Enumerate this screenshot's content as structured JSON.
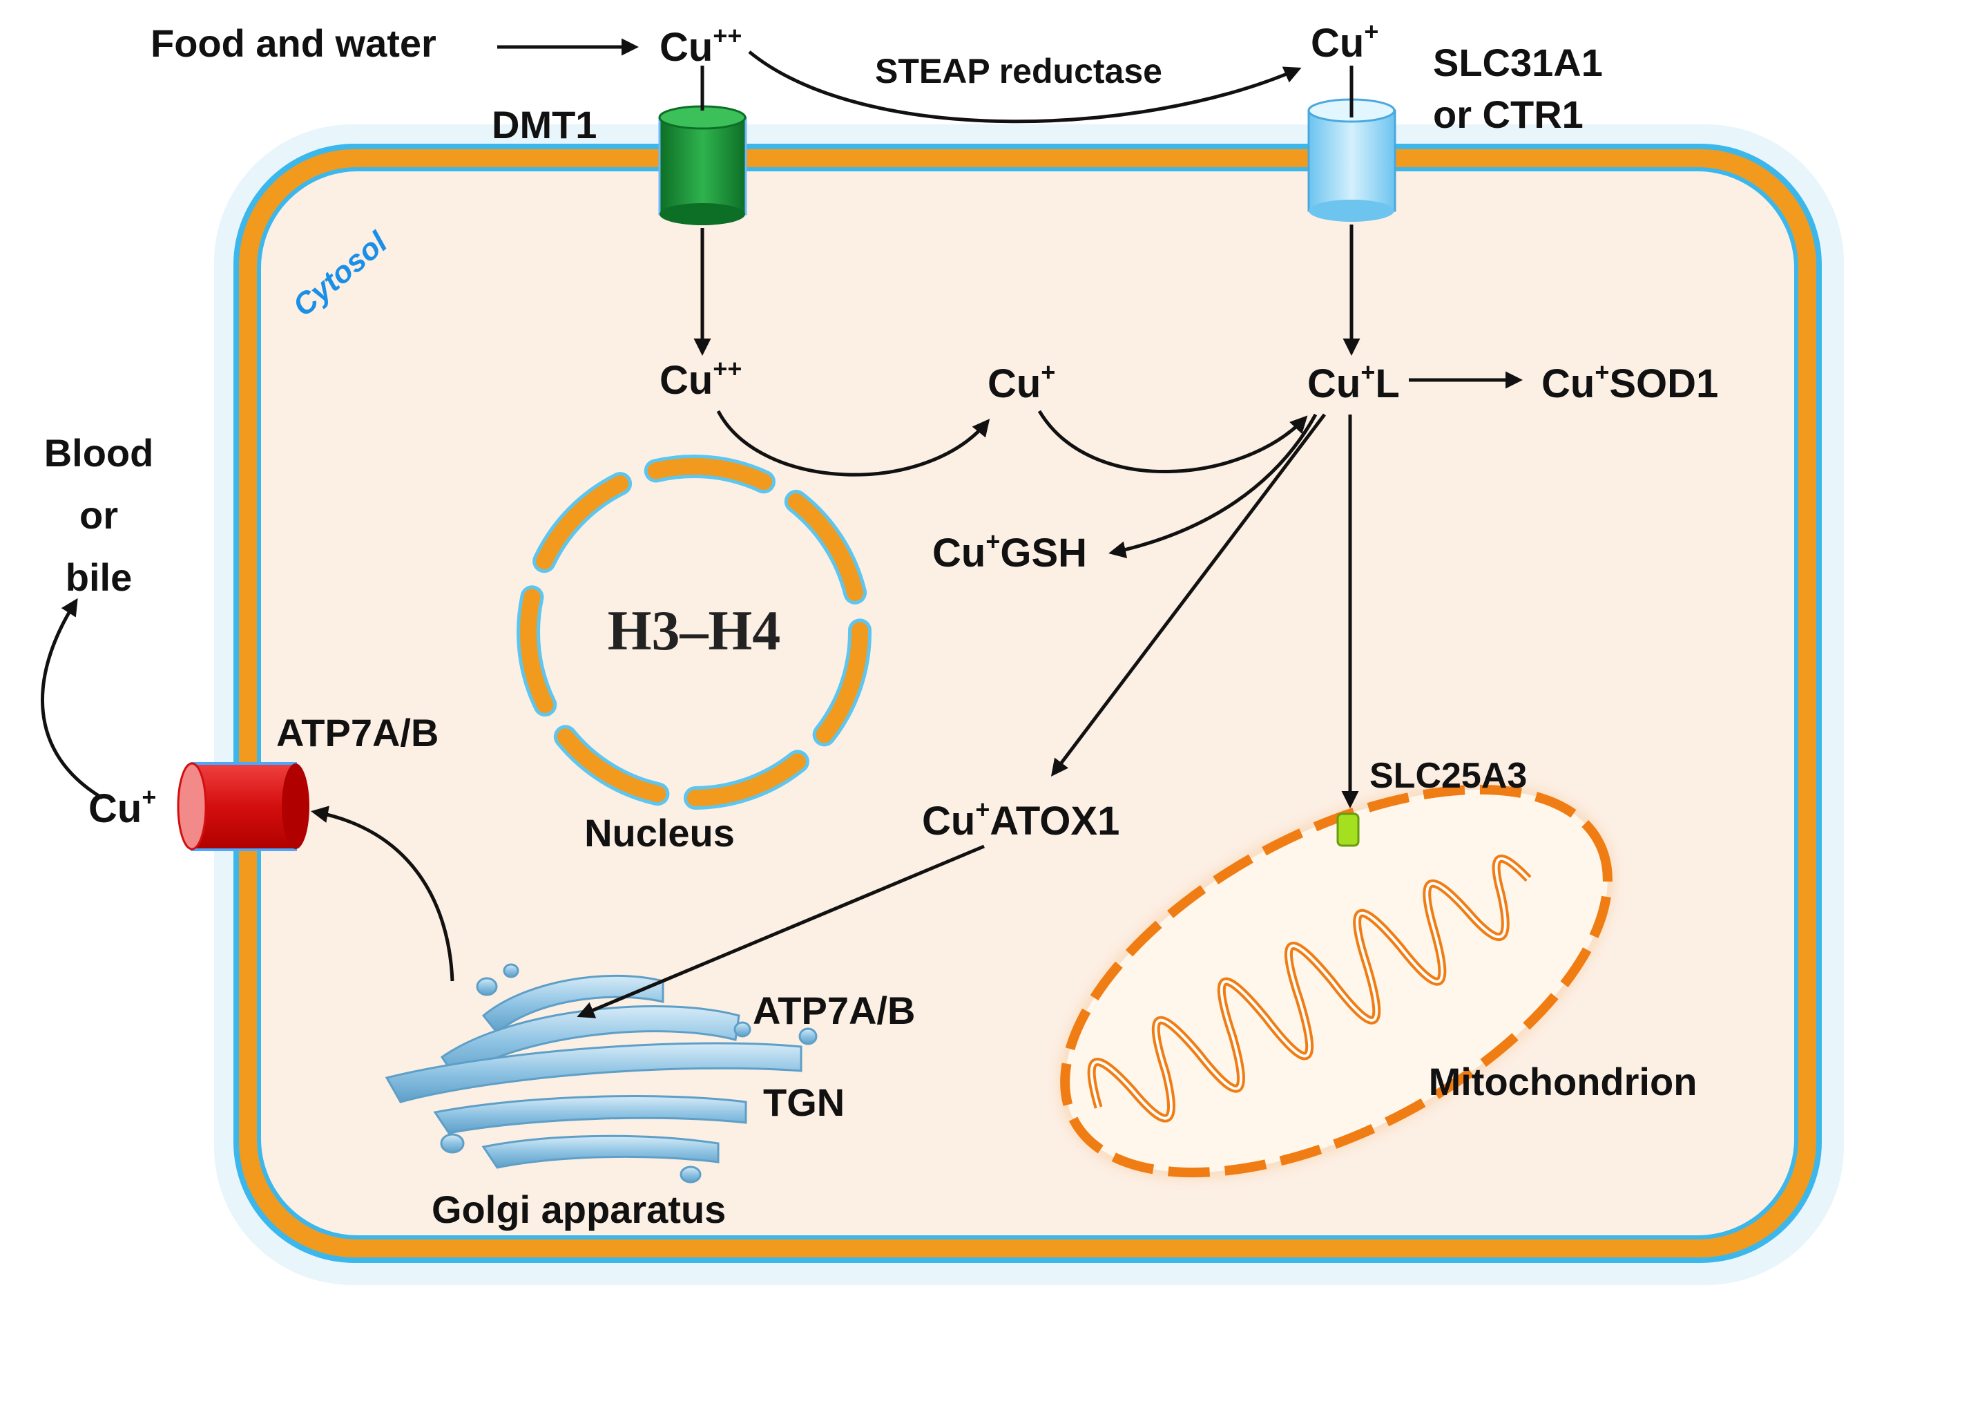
{
  "labels": {
    "food_water": "Food and water",
    "cu2_outside": "Cu",
    "cu2_outside_sup": "++",
    "steap": "STEAP reductase",
    "cu1_outside": "Cu",
    "cu1_outside_sup": "+",
    "slc31a1_line1": "SLC31A1",
    "slc31a1_line2": "or CTR1",
    "dmt1": "DMT1",
    "cytosol": "Cytosol",
    "cu2_inside": "Cu",
    "cu2_inside_sup": "++",
    "cu1_middle": "Cu",
    "cu1_middle_sup": "+",
    "cul_pre": "Cu",
    "cul_sup": "+",
    "cul_post": "L",
    "sod1_pre": "Cu",
    "sod1_sup": "+",
    "sod1_post": "SOD1",
    "gsh_pre": "Cu",
    "gsh_sup": "+",
    "gsh_post": "GSH",
    "atox1_pre": "Cu",
    "atox1_sup": "+",
    "atox1_post": "ATOX1",
    "slc25a3": "SLC25A3",
    "mitochondrion": "Mitochondrion",
    "nucleus_text": "H3–H4",
    "nucleus": "Nucleus",
    "blood_1": "Blood",
    "blood_2": "or",
    "blood_3": "bile",
    "cu1_exit": "Cu",
    "cu1_exit_sup": "+",
    "atp7ab_membrane": "ATP7A/B",
    "atp7ab_golgi": "ATP7A/B",
    "tgn": "TGN",
    "golgi": "Golgi apparatus"
  },
  "colors": {
    "membrane_orange": "#f29a1e",
    "membrane_blue": "#38b4ea",
    "cytosol_fill": "#fcefe4",
    "dmt1_green": "#1f9c3c",
    "ctr1_blue": "#9ad7f5",
    "atp7_red": "#e81818",
    "slc25a3_green": "#a4e020",
    "mito_orange": "#f07d14",
    "golgi_blue": "#9ccbe6",
    "text": "#111111",
    "cytosol_label": "#1a8fe8"
  }
}
